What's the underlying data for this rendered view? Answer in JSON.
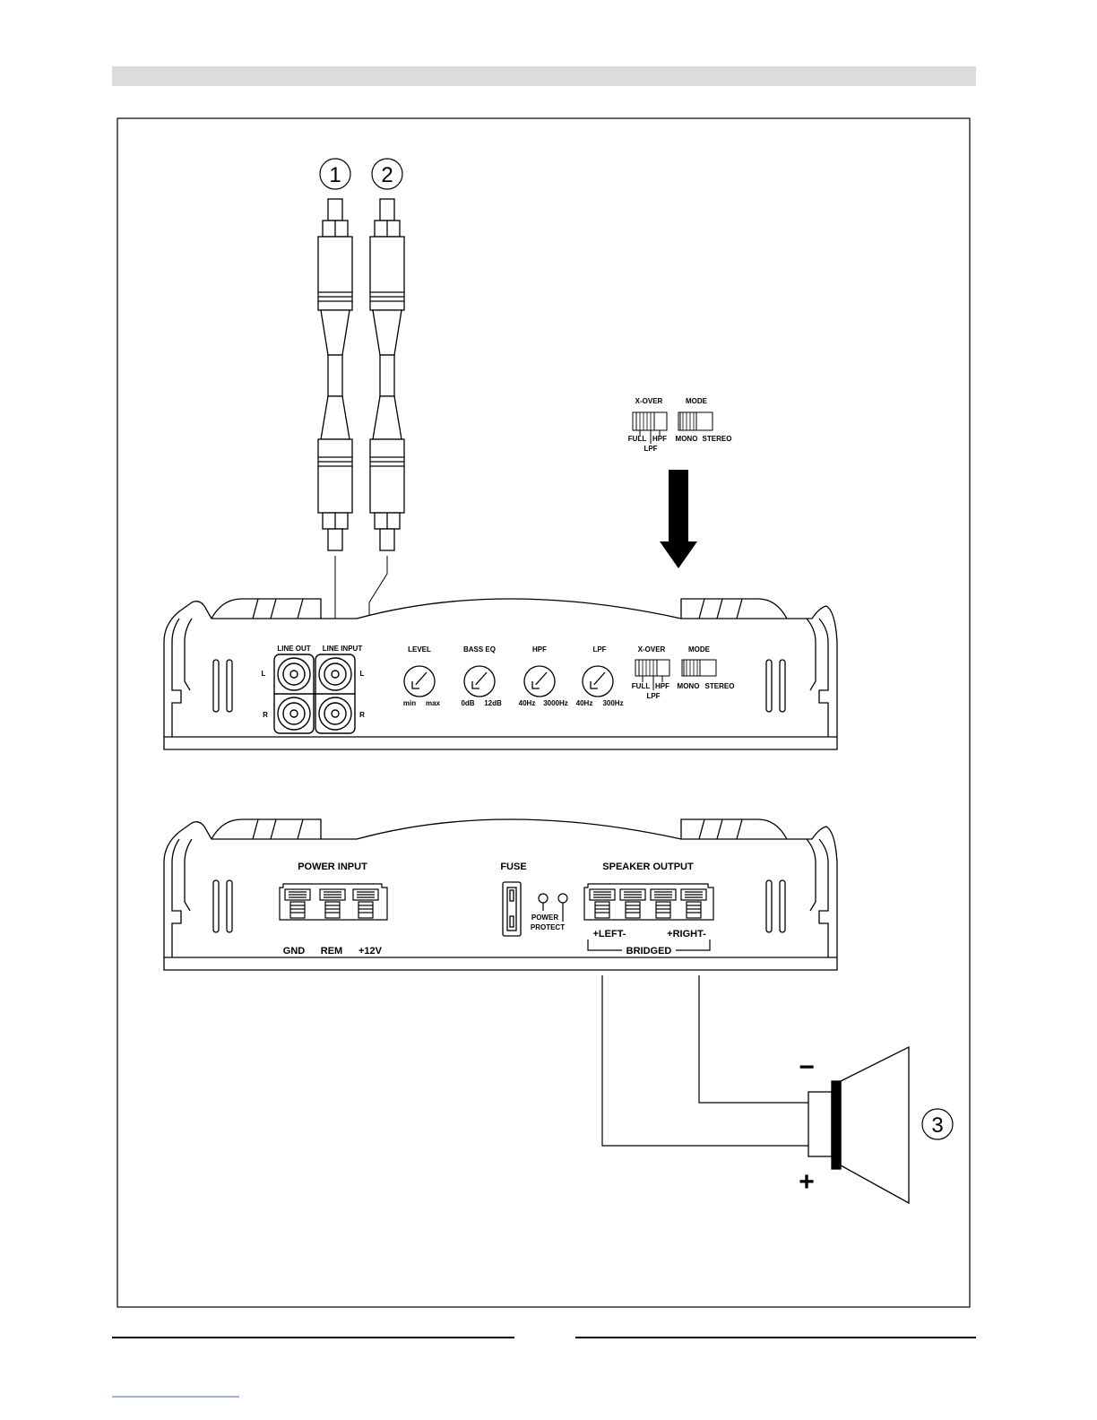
{
  "callouts": [
    "1",
    "2",
    "3"
  ],
  "panel_top": {
    "line_out_label": "LINE OUT",
    "line_input_label": "LINE INPUT",
    "channel_left": "L",
    "channel_right": "R",
    "level": {
      "label": "LEVEL",
      "min": "min",
      "max": "max"
    },
    "bass_eq": {
      "label": "BASS EQ",
      "min": "0dB",
      "max": "12dB"
    },
    "hpf": {
      "label": "HPF",
      "min": "40Hz",
      "max": "3000Hz"
    },
    "lpf": {
      "label": "LPF",
      "min": "40Hz",
      "max": "300Hz"
    },
    "xover": {
      "label": "X-OVER",
      "full": "FULL",
      "hpf": "HPF",
      "lpf": "LPF"
    },
    "mode": {
      "label": "MODE",
      "mono": "MONO",
      "stereo": "STEREO"
    }
  },
  "zoom_switches": {
    "xover": {
      "label": "X-OVER",
      "full": "FULL",
      "hpf": "HPF",
      "lpf": "LPF"
    },
    "mode": {
      "label": "MODE",
      "mono": "MONO",
      "stereo": "STEREO"
    }
  },
  "panel_bottom": {
    "power_input_label": "POWER INPUT",
    "gnd": "GND",
    "rem": "REM",
    "plus12v": "+12V",
    "fuse_label": "FUSE",
    "power_led": "POWER",
    "protect_led": "PROTECT",
    "speaker_output_label": "SPEAKER OUTPUT",
    "left": "+LEFT-",
    "right": "+RIGHT-",
    "bridged": "BRIDGED"
  },
  "speaker": {
    "minus": "−",
    "plus": "+"
  }
}
